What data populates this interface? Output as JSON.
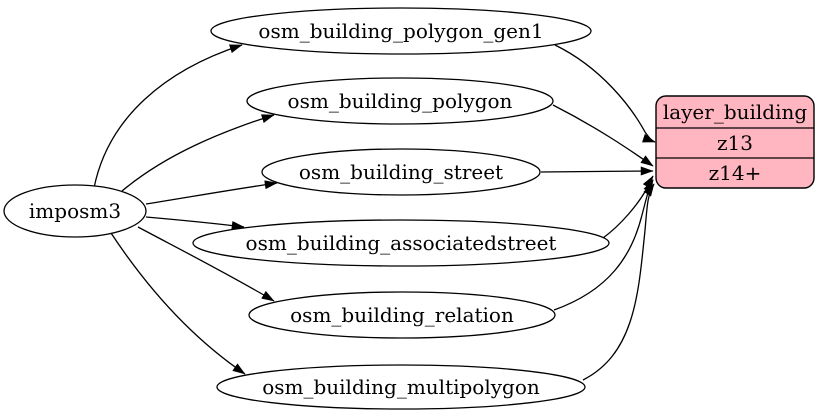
{
  "diagram": {
    "kind": "table-to-layer dependency graph",
    "source_node": {
      "label": "imposm3"
    },
    "table_nodes": [
      {
        "label": "osm_building_polygon_gen1"
      },
      {
        "label": "osm_building_polygon"
      },
      {
        "label": "osm_building_street"
      },
      {
        "label": "osm_building_associatedstreet"
      },
      {
        "label": "osm_building_relation"
      },
      {
        "label": "osm_building_multipolygon"
      }
    ],
    "layer_node": {
      "title": "layer_building",
      "rows": [
        {
          "label": "z13"
        },
        {
          "label": "z14+"
        }
      ],
      "fill_color": "#ffb6c1",
      "border_color": "#000000"
    },
    "edges": [
      {
        "from": "imposm3",
        "to": "osm_building_polygon_gen1"
      },
      {
        "from": "imposm3",
        "to": "osm_building_polygon"
      },
      {
        "from": "imposm3",
        "to": "osm_building_street"
      },
      {
        "from": "imposm3",
        "to": "osm_building_associatedstreet"
      },
      {
        "from": "imposm3",
        "to": "osm_building_relation"
      },
      {
        "from": "imposm3",
        "to": "osm_building_multipolygon"
      },
      {
        "from": "osm_building_polygon_gen1",
        "to": "layer_building.z13"
      },
      {
        "from": "osm_building_polygon",
        "to": "layer_building.z14+"
      },
      {
        "from": "osm_building_street",
        "to": "layer_building.z14+"
      },
      {
        "from": "osm_building_associatedstreet",
        "to": "layer_building.z14+"
      },
      {
        "from": "osm_building_relation",
        "to": "layer_building.z14+"
      },
      {
        "from": "osm_building_multipolygon",
        "to": "layer_building.z14+"
      }
    ],
    "colors": {
      "background": "#ffffff",
      "edge": "#000000",
      "ellipse_fill": "#ffffff",
      "ellipse_border": "#000000"
    }
  }
}
